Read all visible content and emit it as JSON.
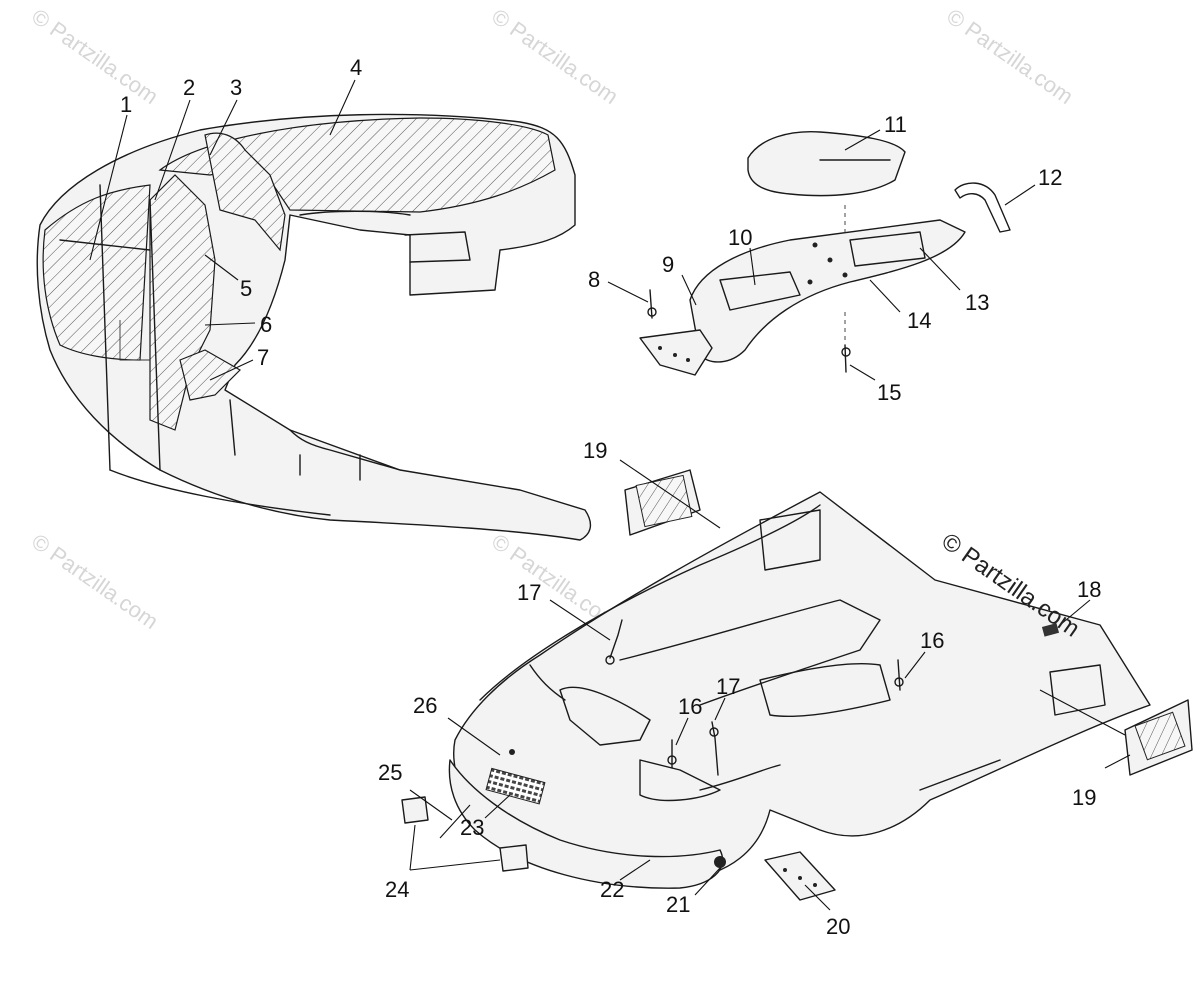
{
  "watermark": {
    "text": "© Partzilla.com",
    "foreground_text": "© Partzilla.com"
  },
  "callouts": [
    "1",
    "2",
    "3",
    "4",
    "5",
    "6",
    "7",
    "8",
    "9",
    "10",
    "11",
    "12",
    "13",
    "14",
    "15",
    "16",
    "16",
    "17",
    "17",
    "18",
    "19",
    "19",
    "20",
    "21",
    "22",
    "23",
    "24",
    "25",
    "26"
  ],
  "colors": {
    "line": "#1a1a1a",
    "hatch": "#555555",
    "background": "#ffffff",
    "watermark": "#d6d6d6"
  }
}
